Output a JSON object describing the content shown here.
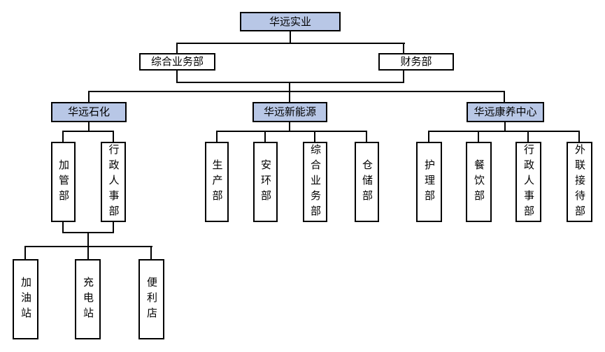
{
  "colors": {
    "highlight_node_fill": "#b8c7e6",
    "default_node_fill": "#ffffff",
    "node_border": "#000000",
    "connector_line": "#000000",
    "text": "#000000",
    "background": "#ffffff"
  },
  "org": {
    "root": {
      "label": "华远实业"
    },
    "level2": [
      {
        "label": "综合业务部"
      },
      {
        "label": "财务部"
      }
    ],
    "branches": [
      {
        "label": "华远石化",
        "children": [
          {
            "label": "加管部"
          },
          {
            "label": "行政人事部"
          }
        ],
        "stations": [
          {
            "label": "加油站"
          },
          {
            "label": "充电站"
          },
          {
            "label": "便利店"
          }
        ]
      },
      {
        "label": "华远新能源",
        "children": [
          {
            "label": "生产部"
          },
          {
            "label": "安环部"
          },
          {
            "label": "综合业务部"
          },
          {
            "label": "仓储部"
          }
        ]
      },
      {
        "label": "华远康养中心",
        "children": [
          {
            "label": "护理部"
          },
          {
            "label": "餐饮部"
          },
          {
            "label": "行政人事部"
          },
          {
            "label": "外联接待部"
          }
        ]
      }
    ]
  }
}
